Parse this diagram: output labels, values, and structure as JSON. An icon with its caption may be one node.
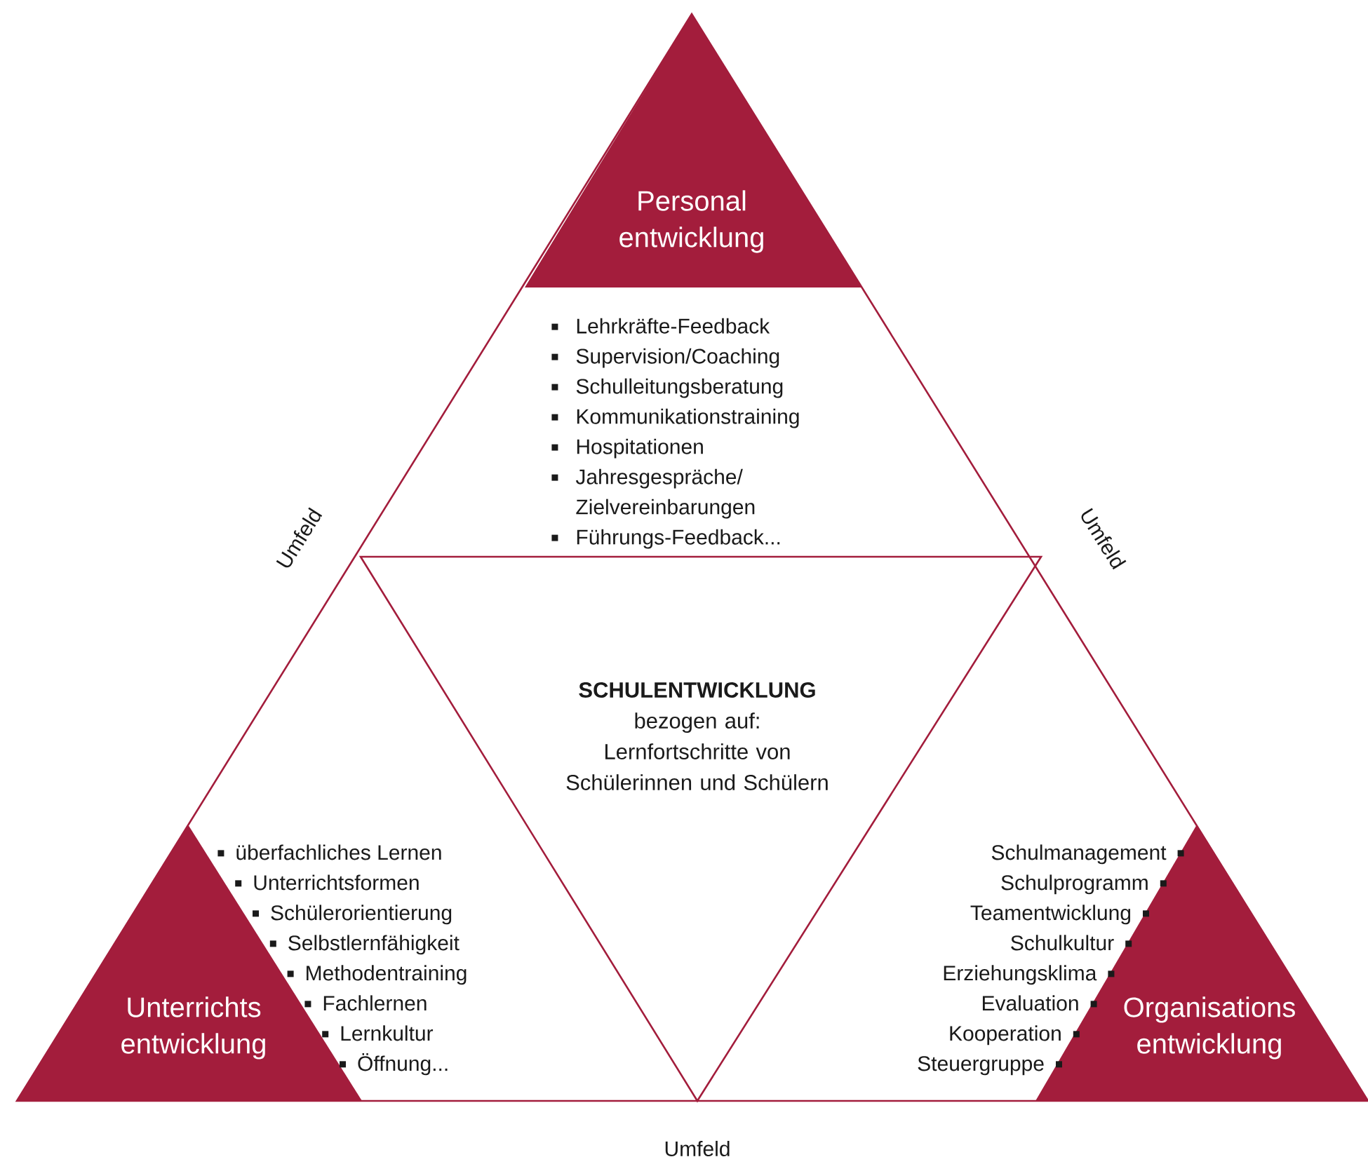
{
  "diagram": {
    "nodes": [
      {
        "text": [
          "Personal entwicklung"
        ]
      },
      {
        "text": [
          "Lehrkräfte-Feedback",
          "Supervision/Coaching",
          "Schulleitungsberatung",
          "Kommunikationstraining",
          "Hospitationen",
          "Jahresgespräche/ Zielvereinbarungen",
          "Führungs-Feedback..."
        ]
      },
      {
        "text": [
          "SCHULENTWICKLUNG",
          "bezogen auf:",
          "Lernfortschritte von Schülerinnen und Schülern"
        ]
      },
      {
        "text": [
          "überfachliches Lernen",
          "Unterrichtsformen",
          "Schülerorientierung",
          "Selbstlernfähigkeit",
          "Methodentraining",
          "Fachlernen",
          "Lernkultur",
          "Öffnung..."
        ]
      },
      {
        "text": [
          "Unterrichts entwicklung"
        ]
      },
      {
        "text": [
          "Schulmanagement",
          "Schulprogramm",
          "Teamentwicklung",
          "Schulkultur",
          "Erziehungsklima",
          "Evaluation",
          "Kooperation",
          "Steuergruppe"
        ]
      },
      {
        "text": [
          "Organisations entwicklung"
        ]
      }
    ],
    "labels": [
      "Umfeld",
      "Umfeld",
      "Umfeld"
    ]
  }
}
